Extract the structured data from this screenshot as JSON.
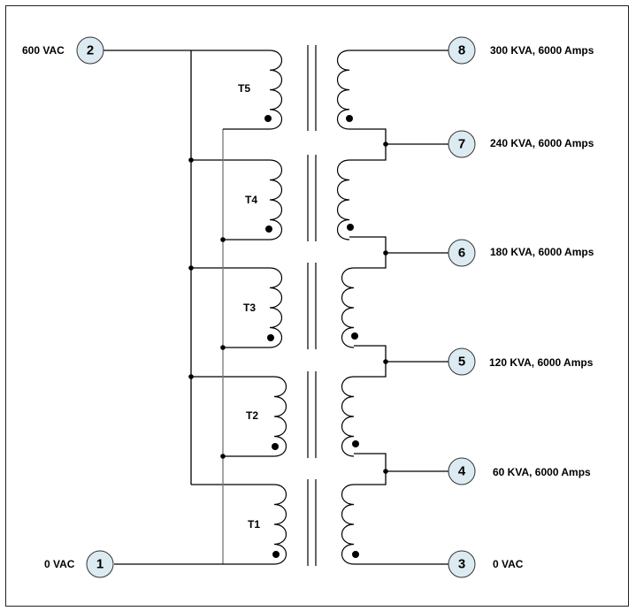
{
  "diagram": {
    "type": "autotransformer-bank-schematic",
    "primary": {
      "terminals": [
        {
          "id": "2",
          "label": "600 VAC"
        },
        {
          "id": "1",
          "label": "0 VAC"
        }
      ]
    },
    "transformers": [
      {
        "id": "T5",
        "label": "T5"
      },
      {
        "id": "T4",
        "label": "T4"
      },
      {
        "id": "T3",
        "label": "T3"
      },
      {
        "id": "T2",
        "label": "T2"
      },
      {
        "id": "T1",
        "label": "T1"
      }
    ],
    "secondary": {
      "terminals": [
        {
          "id": "8",
          "label": "300 KVA, 6000 Amps"
        },
        {
          "id": "7",
          "label": "240 KVA, 6000 Amps"
        },
        {
          "id": "6",
          "label": "180 KVA, 6000 Amps"
        },
        {
          "id": "5",
          "label": "120 KVA, 6000 Amps"
        },
        {
          "id": "4",
          "label": "60 KVA, 6000 Amps"
        },
        {
          "id": "3",
          "label": "0 VAC"
        }
      ]
    },
    "colors": {
      "terminal_fill": "#dcebf1",
      "line": "#000000"
    }
  }
}
